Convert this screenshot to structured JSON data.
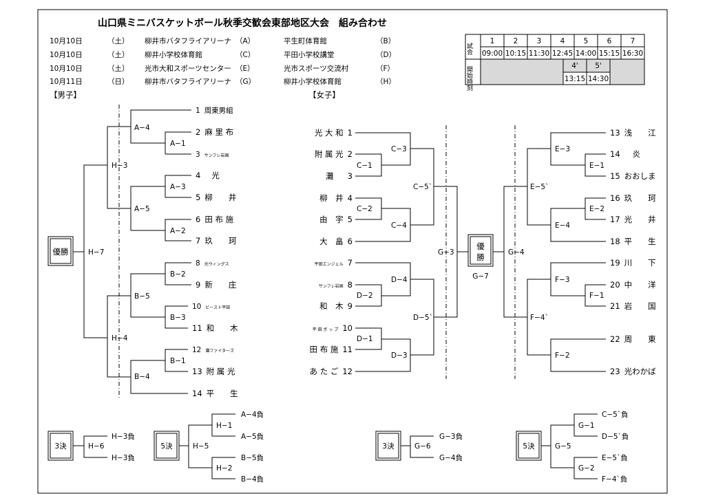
{
  "title": "山口県ミニバスケットボール秋季交歓会東部地区大会　組み合わせ",
  "venues": [
    {
      "date": "10月10日",
      "day": "（土）",
      "venue": "柳井市バタフライアリーナ",
      "code": "（A）",
      "venue2": "平生町体育館",
      "code2": "（B）"
    },
    {
      "date": "10月10日",
      "day": "（土）",
      "venue": "柳井小学校体育館",
      "code": "（C）",
      "venue2": "平田小学校講堂",
      "code2": "（D）"
    },
    {
      "date": "10月10日",
      "day": "（土）",
      "venue": "光市大和スポーツセンター",
      "code": "（E）",
      "venue2": "光市スポーツ交流村",
      "code2": "（F）"
    },
    {
      "date": "10月11日",
      "day": "（日）",
      "venue": "柳井市バタフライアリーナ",
      "code": "（G）",
      "venue2": "柳井小学校体育館",
      "code2": "（H）"
    }
  ],
  "schedule": {
    "label1": "試合",
    "label2": "開始時刻",
    "games": [
      "1",
      "2",
      "3",
      "4",
      "5",
      "6",
      "7"
    ],
    "times_day1": [
      "09:00",
      "10:15",
      "11:30",
      "12:45",
      "14:00",
      "15:15",
      "16:30"
    ],
    "games_day2": [
      "4'",
      "5'"
    ],
    "times_day2": [
      "13:15",
      "14:30"
    ]
  },
  "boys": {
    "label": "【男子】",
    "champion": "優勝",
    "teams": [
      {
        "no": "1",
        "name": "周東男組"
      },
      {
        "no": "2",
        "name": "麻 里 布"
      },
      {
        "no": "3",
        "name": "サンフレ岩国"
      },
      {
        "no": "4",
        "name": "光"
      },
      {
        "no": "5",
        "name": "柳　　井"
      },
      {
        "no": "6",
        "name": "田 布 施"
      },
      {
        "no": "7",
        "name": "玖　　珂"
      },
      {
        "no": "8",
        "name": "光ウィングス"
      },
      {
        "no": "9",
        "name": "新　　庄"
      },
      {
        "no": "10",
        "name": "ビースト平田"
      },
      {
        "no": "11",
        "name": "和　　木"
      },
      {
        "no": "12",
        "name": "灘ファイターズ"
      },
      {
        "no": "13",
        "name": "附 属 光"
      },
      {
        "no": "14",
        "name": "平　　生"
      }
    ],
    "games": {
      "A1": "A−1",
      "A2": "A−2",
      "A3": "A−3",
      "A4": "A−4",
      "A5": "A−5",
      "B1": "B−1",
      "B2": "B−2",
      "B3": "B−3",
      "B4": "B−4",
      "B5": "B−5",
      "H3": "H−3",
      "H4": "H−4",
      "H7": "H−7"
    },
    "third": {
      "label": "3決",
      "game": "H−6",
      "top": "H−3負",
      "bottom": "H−3負"
    },
    "fifth": {
      "label": "5決",
      "game": "H−5",
      "g1": "H−1",
      "g2": "H−2",
      "s1": "A−4負",
      "s2": "A−5負",
      "s3": "B−5負",
      "s4": "B−4負"
    }
  },
  "girls": {
    "label": "【女子】",
    "champion": "優勝",
    "final": "G−7",
    "teams_left": [
      {
        "no": "1",
        "name": "光 大 和"
      },
      {
        "no": "2",
        "name": "附 属 光"
      },
      {
        "no": "3",
        "name": "灘"
      },
      {
        "no": "4",
        "name": "柳　井"
      },
      {
        "no": "5",
        "name": "由　宇"
      },
      {
        "no": "6",
        "name": "大　畠"
      },
      {
        "no": "7",
        "name": "平田エンジェル"
      },
      {
        "no": "8",
        "name": "サンフレ岩国"
      },
      {
        "no": "9",
        "name": "和　木"
      },
      {
        "no": "10",
        "name": "平 田 ポ ッ プ"
      },
      {
        "no": "11",
        "name": "田 布 施"
      },
      {
        "no": "12",
        "name": "あ た ご"
      }
    ],
    "teams_right": [
      {
        "no": "13",
        "name": "浅　　江"
      },
      {
        "no": "14",
        "name": "炎"
      },
      {
        "no": "15",
        "name": "おおしま"
      },
      {
        "no": "16",
        "name": "玖　　珂"
      },
      {
        "no": "17",
        "name": "光　　井"
      },
      {
        "no": "18",
        "name": "平　　生"
      },
      {
        "no": "19",
        "name": "川　　下"
      },
      {
        "no": "20",
        "name": "中　　洋"
      },
      {
        "no": "21",
        "name": "岩　　国"
      },
      {
        "no": "22",
        "name": "周　　東"
      },
      {
        "no": "23",
        "name": "光わかば"
      }
    ],
    "games": {
      "C1": "C−1",
      "C2": "C−2",
      "C3": "C−3",
      "C4": "C−4",
      "C5": "C−5`",
      "D1": "D−1",
      "D2": "D−2",
      "D3": "D−3",
      "D4": "D−4",
      "D5": "D−5`",
      "E1": "E−1",
      "E2": "E−2",
      "E3": "E−3",
      "E4": "E−4",
      "E5": "E−5`",
      "F1": "F−1",
      "F2": "F−2",
      "F3": "F−3",
      "F4": "F−4`",
      "G3": "G−3",
      "G4": "G−4"
    },
    "third": {
      "label": "3決",
      "game": "G−6",
      "top": "G−3負",
      "bottom": "G−4負"
    },
    "fifth": {
      "label": "5決",
      "game": "G−5",
      "g1": "G−1",
      "g2": "G−2",
      "s1": "C−5`負",
      "s2": "D−5`負",
      "s3": "E−5`負",
      "s4": "F−4`負"
    }
  }
}
